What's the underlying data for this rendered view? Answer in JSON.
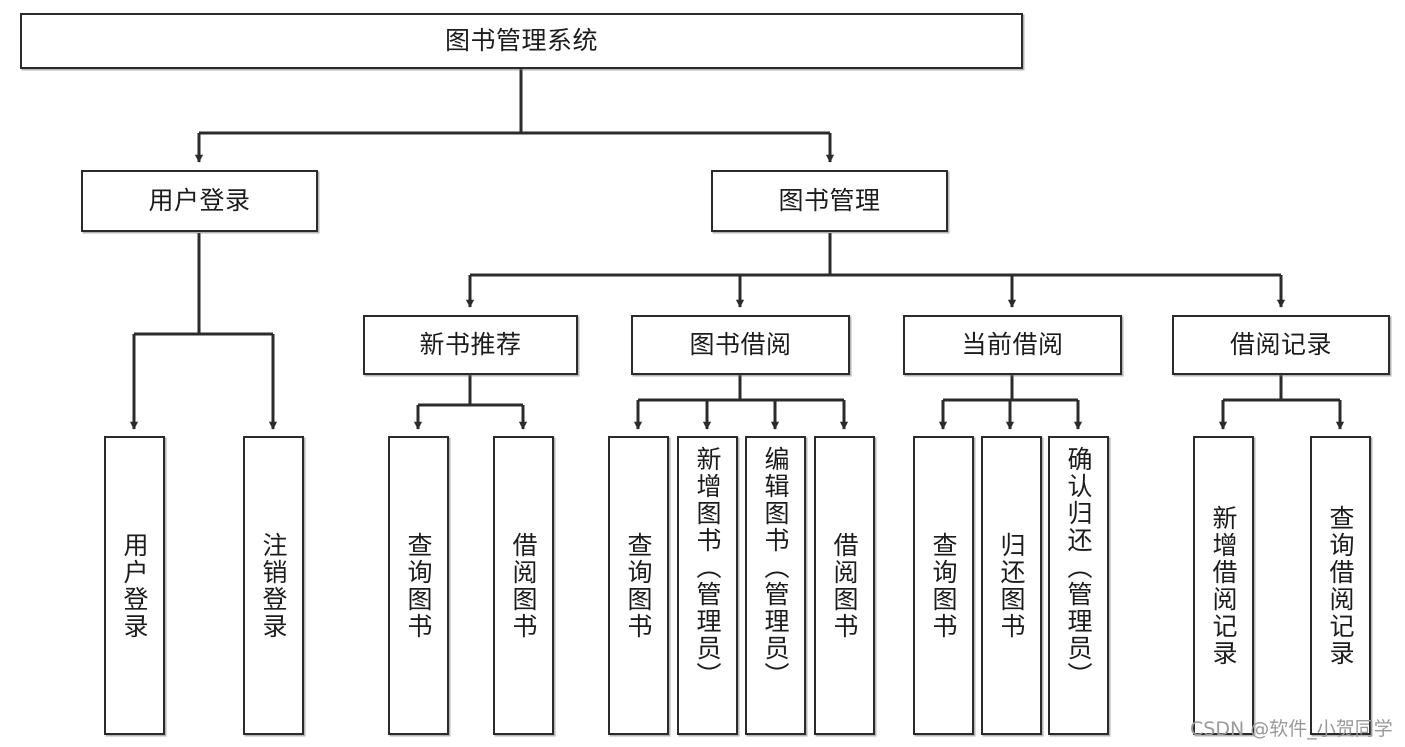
{
  "diagram": {
    "title": "图书管理系统",
    "type": "tree",
    "orientation": "top-down",
    "stroke_color": "#2b2b2b",
    "fill_color": "#ffffff",
    "text_color": "#1c1c1c",
    "watermark": "CSDN @软件_小贺同学",
    "watermark_color": "#9a9a9a"
  },
  "nodes": {
    "root": {
      "label": "图书管理系统",
      "level": 0,
      "orientation": "horizontal"
    },
    "l1": [
      {
        "id": "user-login",
        "label": "用户登录",
        "level": 1,
        "orientation": "horizontal"
      },
      {
        "id": "book-manage",
        "label": "图书管理",
        "level": 1,
        "orientation": "horizontal"
      }
    ],
    "l2": [
      {
        "id": "new-book-recommend",
        "label": "新书推荐",
        "level": 2,
        "orientation": "horizontal",
        "parent": "book-manage"
      },
      {
        "id": "book-borrow",
        "label": "图书借阅",
        "level": 2,
        "orientation": "horizontal",
        "parent": "book-manage"
      },
      {
        "id": "current-borrow",
        "label": "当前借阅",
        "level": 2,
        "orientation": "horizontal",
        "parent": "book-manage"
      },
      {
        "id": "borrow-record",
        "label": "借阅记录",
        "level": 2,
        "orientation": "horizontal",
        "parent": "book-manage"
      }
    ],
    "leaves": [
      {
        "id": "leaf-user-login",
        "label": "用户登录",
        "parent": "user-login",
        "orientation": "vertical"
      },
      {
        "id": "leaf-user-logout",
        "label": "注销登录",
        "parent": "user-login",
        "orientation": "vertical"
      },
      {
        "id": "leaf-query-book-1",
        "label": "查询图书",
        "parent": "new-book-recommend",
        "orientation": "vertical"
      },
      {
        "id": "leaf-borrow-book-1",
        "label": "借阅图书",
        "parent": "new-book-recommend",
        "orientation": "vertical"
      },
      {
        "id": "leaf-query-book-2",
        "label": "查询图书",
        "parent": "book-borrow",
        "orientation": "vertical"
      },
      {
        "id": "leaf-add-book",
        "label": "新增图书（管理员）",
        "parent": "book-borrow",
        "orientation": "vertical"
      },
      {
        "id": "leaf-edit-book",
        "label": "编辑图书（管理员）",
        "parent": "book-borrow",
        "orientation": "vertical"
      },
      {
        "id": "leaf-borrow-book-2",
        "label": "借阅图书",
        "parent": "book-borrow",
        "orientation": "vertical"
      },
      {
        "id": "leaf-query-book-3",
        "label": "查询图书",
        "parent": "current-borrow",
        "orientation": "vertical"
      },
      {
        "id": "leaf-return-book",
        "label": "归还图书",
        "parent": "current-borrow",
        "orientation": "vertical"
      },
      {
        "id": "leaf-confirm-return",
        "label": "确认归还（管理员）",
        "parent": "current-borrow",
        "orientation": "vertical"
      },
      {
        "id": "leaf-add-record",
        "label": "新增借阅记录",
        "parent": "borrow-record",
        "orientation": "vertical"
      },
      {
        "id": "leaf-query-record",
        "label": "查询借阅记录",
        "parent": "borrow-record",
        "orientation": "vertical"
      }
    ]
  }
}
